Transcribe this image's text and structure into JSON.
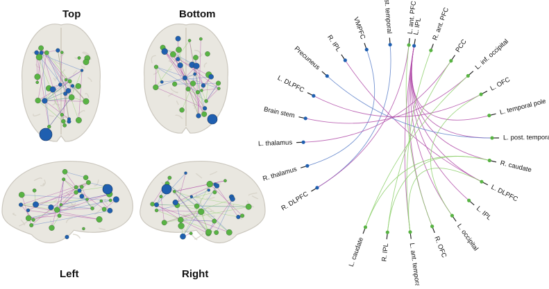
{
  "views": [
    {
      "key": "top",
      "title": "Top"
    },
    {
      "key": "bottom",
      "title": "Bottom"
    },
    {
      "key": "left",
      "title": "Left"
    },
    {
      "key": "right",
      "title": "Right"
    }
  ],
  "colors": {
    "node_blue": "#1f5fb0",
    "node_green": "#58b343",
    "edge_blue": "#5b7fc9",
    "edge_purple": "#b04ba8",
    "edge_green": "#8ccf6a",
    "brain_fill": "#e8e6df",
    "brain_edge": "#c9c5bb"
  },
  "circle_nodes": [
    {
      "label": "L. IPL",
      "group": "blue"
    },
    {
      "label": "R. post. temporal",
      "group": "blue"
    },
    {
      "label": "VMPFC",
      "group": "blue"
    },
    {
      "label": "R. IPL",
      "group": "blue"
    },
    {
      "label": "Precuneus",
      "group": "blue"
    },
    {
      "label": "L. DLPFC",
      "group": "blue"
    },
    {
      "label": "Brain stem",
      "group": "blue"
    },
    {
      "label": "L. thalamus",
      "group": "blue"
    },
    {
      "label": "R. thalamus",
      "group": "blue"
    },
    {
      "label": "R. DLPFC",
      "group": "blue"
    },
    {
      "label": "L. caudate",
      "group": "green"
    },
    {
      "label": "R. IPL",
      "group": "green"
    },
    {
      "label": "L. ant. temporal",
      "group": "green"
    },
    {
      "label": "R. OFC",
      "group": "green"
    },
    {
      "label": "L. occipital",
      "group": "green"
    },
    {
      "label": "L. IPL",
      "group": "green"
    },
    {
      "label": "L. DLPFC",
      "group": "green"
    },
    {
      "label": "R. caudate",
      "group": "green"
    },
    {
      "label": "L. post. temporal",
      "group": "green"
    },
    {
      "label": "L. temporal pole",
      "group": "green"
    },
    {
      "label": "L. OFC",
      "group": "green"
    },
    {
      "label": "L. inf. occipital",
      "group": "green"
    },
    {
      "label": "PCC",
      "group": "green"
    },
    {
      "label": "R. ant. PFC",
      "group": "green"
    },
    {
      "label": "L. ant. PFC",
      "group": "green"
    }
  ],
  "circle_edges": [
    {
      "from": 0,
      "to": 13,
      "color": "purple"
    },
    {
      "from": 0,
      "to": 12,
      "color": "purple"
    },
    {
      "from": 0,
      "to": 15,
      "color": "purple"
    },
    {
      "from": 0,
      "to": 14,
      "color": "purple"
    },
    {
      "from": 0,
      "to": 18,
      "color": "purple"
    },
    {
      "from": 0,
      "to": 19,
      "color": "purple"
    },
    {
      "from": 0,
      "to": 16,
      "color": "purple"
    },
    {
      "from": 0,
      "to": 17,
      "color": "purple"
    },
    {
      "from": 1,
      "to": 9,
      "color": "blue"
    },
    {
      "from": 2,
      "to": 8,
      "color": "blue"
    },
    {
      "from": 3,
      "to": 16,
      "color": "purple"
    },
    {
      "from": 4,
      "to": 18,
      "color": "blue"
    },
    {
      "from": 5,
      "to": 20,
      "color": "purple"
    },
    {
      "from": 6,
      "to": 21,
      "color": "purple"
    },
    {
      "from": 7,
      "to": 22,
      "color": "purple"
    },
    {
      "from": 9,
      "to": 24,
      "color": "purple"
    },
    {
      "from": 24,
      "to": 13,
      "color": "green"
    },
    {
      "from": 23,
      "to": 12,
      "color": "green"
    },
    {
      "from": 22,
      "to": 11,
      "color": "green"
    },
    {
      "from": 21,
      "to": 10,
      "color": "green"
    },
    {
      "from": 17,
      "to": 10,
      "color": "green"
    },
    {
      "from": 17,
      "to": 11,
      "color": "green"
    },
    {
      "from": 16,
      "to": 12,
      "color": "green"
    },
    {
      "from": 20,
      "to": 14,
      "color": "green"
    }
  ]
}
